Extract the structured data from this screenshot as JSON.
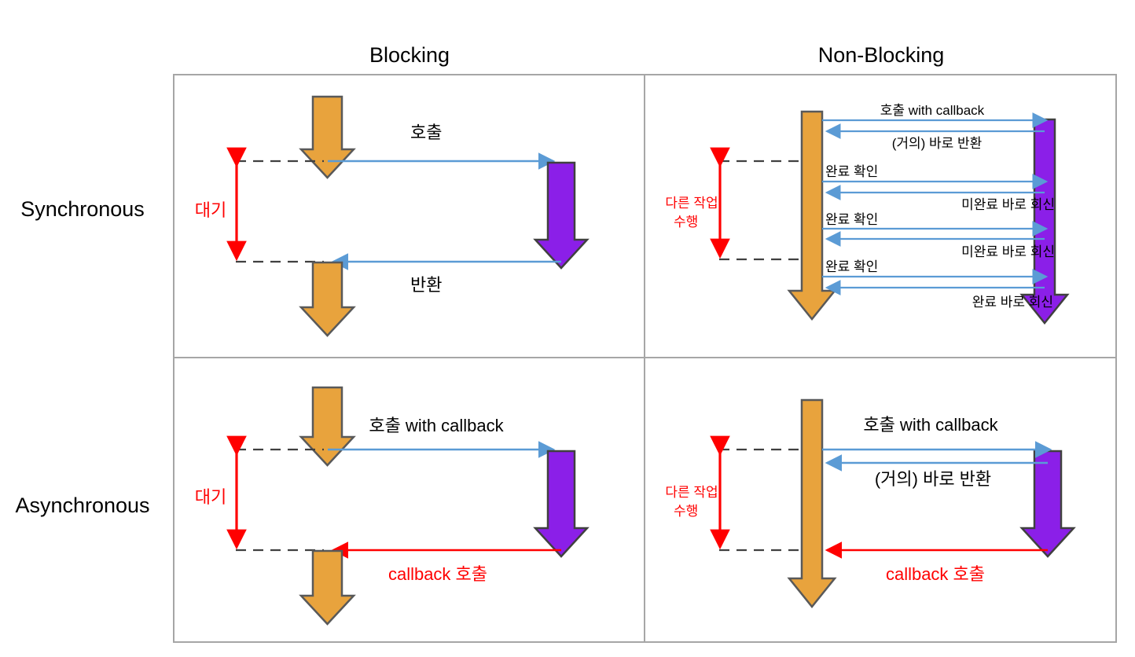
{
  "figure": {
    "title_columns": [
      "Blocking",
      "Non-Blocking"
    ],
    "title_rows": [
      "Synchronous",
      "Asynchronous"
    ],
    "colors": {
      "caller_bar": "#E8A33D",
      "caller_bar_stroke": "#595959",
      "callee_bar": "#8B1FE8",
      "callee_bar_stroke": "#404040",
      "message_arrow": "#5B9BD5",
      "callback_arrow": "#FF0000",
      "wait_bracket": "#FF0000",
      "dashed_guide": "#404040",
      "cell_border": "#A6A6A6"
    }
  },
  "quadrants": {
    "sync_blocking": {
      "name": "Synchronous / Blocking",
      "wait_label": "대기",
      "messages": [
        {
          "text": "호출",
          "direction": "right"
        },
        {
          "text": "반환",
          "direction": "left"
        }
      ]
    },
    "sync_nonblocking": {
      "name": "Synchronous / Non-Blocking",
      "wait_label_line1": "다른 작업",
      "wait_label_line2": "수행",
      "messages": [
        {
          "text": "호출 with callback",
          "direction": "right"
        },
        {
          "text": "(거의) 바로 반환",
          "direction": "left"
        },
        {
          "text": "완료 확인",
          "direction": "right"
        },
        {
          "text": "미완료 바로 회신",
          "direction": "left"
        },
        {
          "text": "완료 확인",
          "direction": "right"
        },
        {
          "text": "미완료 바로 회신",
          "direction": "left"
        },
        {
          "text": "완료 확인",
          "direction": "right"
        },
        {
          "text": "완료 바로 회신",
          "direction": "left"
        }
      ]
    },
    "async_blocking": {
      "name": "Asynchronous / Blocking",
      "wait_label": "대기",
      "messages": [
        {
          "text": "호출 with callback",
          "direction": "right"
        },
        {
          "text": "callback 호출",
          "direction": "left"
        }
      ]
    },
    "async_nonblocking": {
      "name": "Asynchronous / Non-Blocking",
      "wait_label_line1": "다른 작업",
      "wait_label_line2": "수행",
      "messages": [
        {
          "text": "호출 with callback",
          "direction": "right"
        },
        {
          "text": "(거의) 바로 반환",
          "direction": "left"
        },
        {
          "text": "callback 호출",
          "direction": "left"
        }
      ]
    }
  }
}
